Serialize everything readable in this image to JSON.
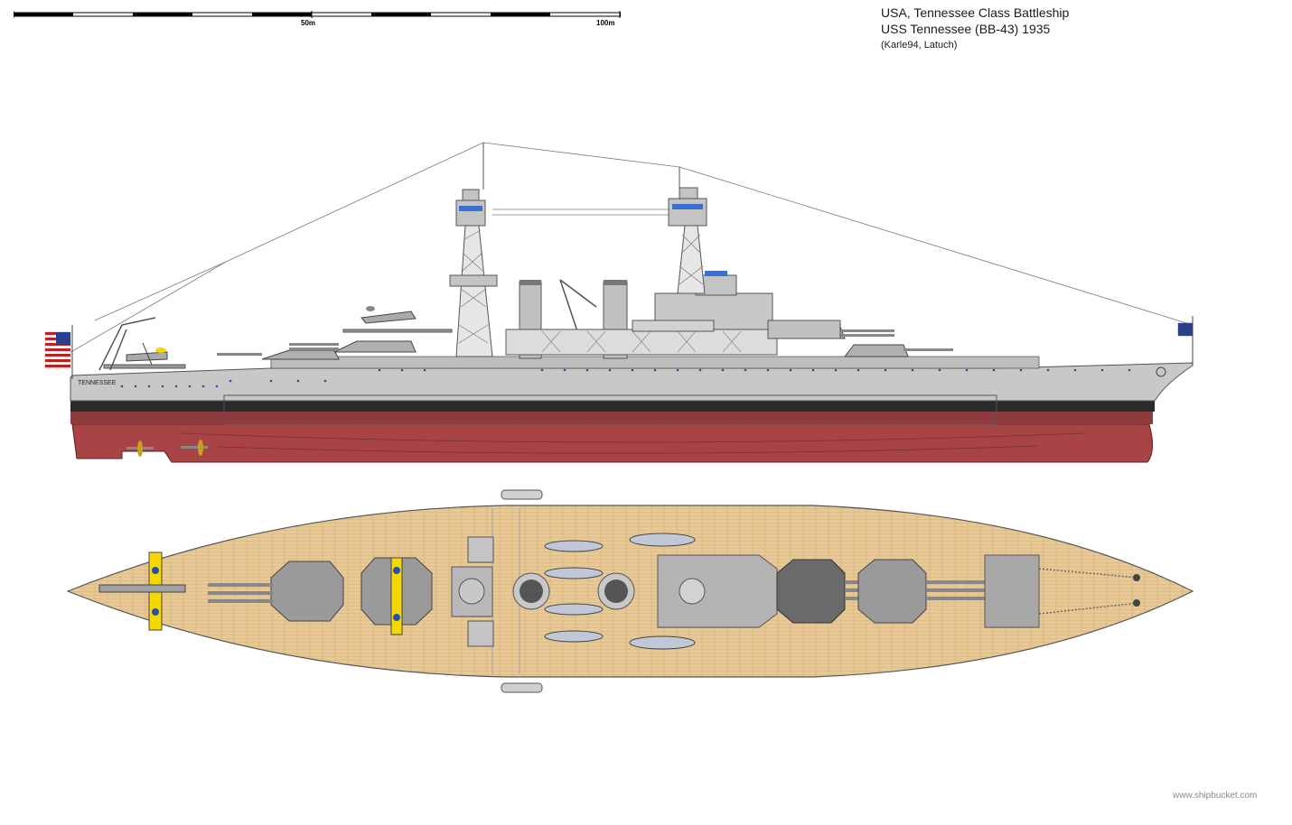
{
  "header": {
    "title_line1": "USA, Tennessee Class Battleship",
    "title_line2": "USS Tennessee (BB-43) 1935",
    "credits": "(Karle94, Latuch)"
  },
  "scale": {
    "label_mid": "50m",
    "label_end": "100m"
  },
  "ship": {
    "hull_name": "TENNESSEE"
  },
  "footer": {
    "watermark": "www.shipbucket.com"
  },
  "colors": {
    "hull_grey": "#c8c8c8",
    "boot_black": "#2a2a2a",
    "underwater_red": "#a84446",
    "deck_wood": "#e8c995",
    "superstructure_grey": "#b4b4b4",
    "window_blue": "#3a6fd0",
    "aircraft_yellow": "#f5d800"
  }
}
